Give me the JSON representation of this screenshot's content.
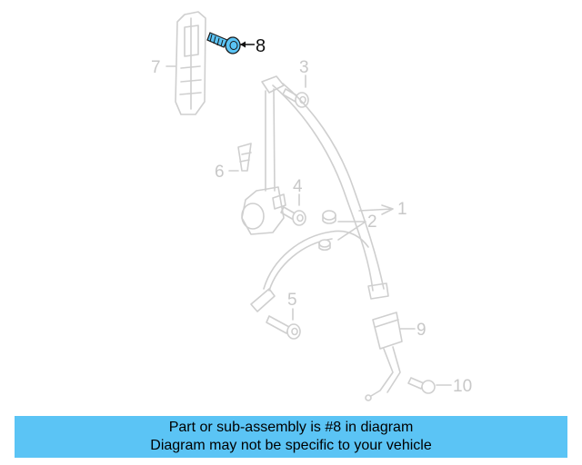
{
  "diagram": {
    "highlight_color": "#5bc4f5",
    "callouts": [
      {
        "number": "1"
      },
      {
        "number": "2"
      },
      {
        "number": "3"
      },
      {
        "number": "4"
      },
      {
        "number": "5"
      },
      {
        "number": "6"
      },
      {
        "number": "7"
      },
      {
        "number": "8",
        "highlighted": true
      },
      {
        "number": "9"
      },
      {
        "number": "10"
      }
    ]
  },
  "banner": {
    "line1": "Part or sub-assembly is #8 in diagram",
    "line2": "Diagram may not be specific to your vehicle",
    "background": "#5bc4f5"
  }
}
